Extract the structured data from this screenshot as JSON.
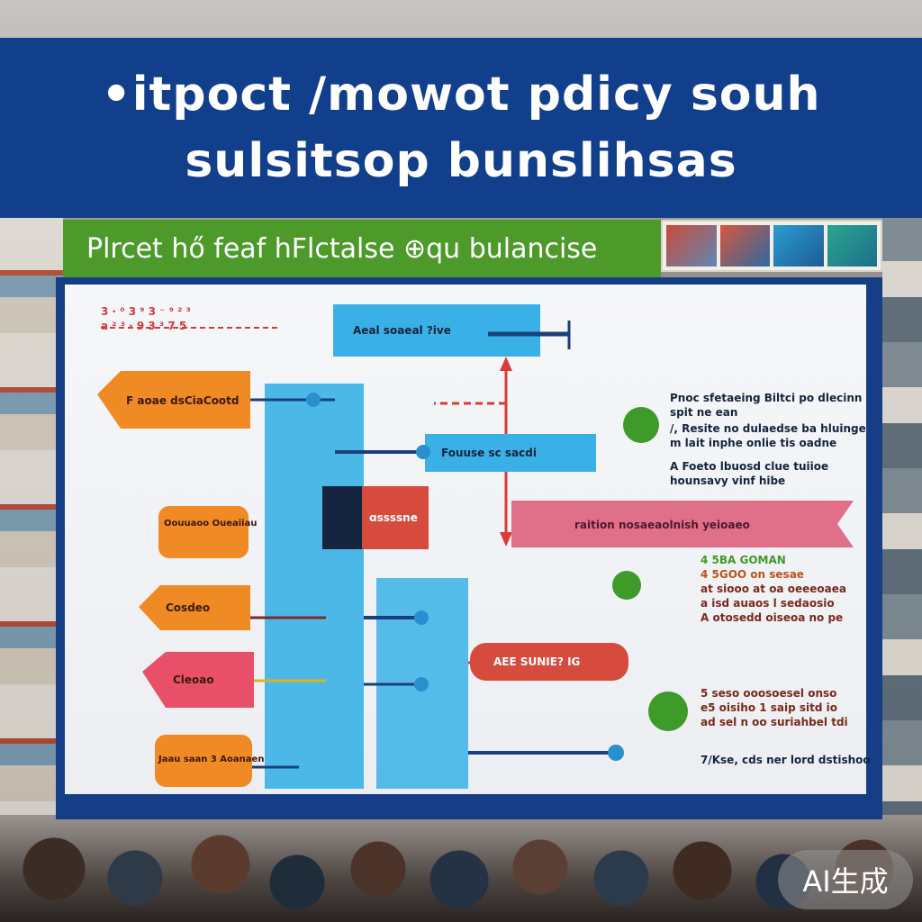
{
  "title": {
    "line1": "•itpoct /mowot pdicy souh",
    "line2": "sulsitsop bunslihsas"
  },
  "subtitle": "Plrcet hő feaf hFlctalse ⊕qu bulancise",
  "diagram": {
    "top_arrow_text": "3 ·  ⁰ 3   ⁹ 3 ⁻ ⁹  ²  ³",
    "top_arrow_text2": "a  ²  ³ · 9 3  ³ 7 5",
    "top_box": "Aeal soaeal ?ive",
    "mid_box": "Fouuse sc sacdi",
    "dark_box": "ɑssssne",
    "pink_banner": "raition nosaeaolnish yeioaeo",
    "red_pill": "AEE SUNIE? IG",
    "left_tags": [
      "F aoae dsCiaCootd",
      "Oouuaoo Oueaiiau",
      "Cosdeo",
      "Cleoao",
      "Jaau saan 3 Aoanaen"
    ],
    "right_header": [
      "Pnoc sfetaeing Biltci po dlecinn",
      "spit ne ean"
    ],
    "right_item2": [
      "/, Resite  no dulaedse ba hluinge",
      "m lait inphe onlie tis oadne"
    ],
    "right_item3": [
      "A Foeto lbuosd clue tuiioe",
      "hounsavy vinf hibe"
    ],
    "legend_items": [
      "4 5BA GOMAN",
      "4 5GOO on sesae",
      "at siooo at oa oeeeoaea",
      "a isd auaos l sedaosio",
      "A otosedd oiseoa no pe"
    ],
    "right_item4": [
      "5 seso ooosoesel onso",
      "e5 oisiho 1 saip sitd io",
      "ad sel n oo suriahbel tdi"
    ],
    "bottom_note": "7/Kse, cds ner lord dstishoo"
  },
  "watermark": "AI生成",
  "colors": {
    "banner_blue": "#123f8c",
    "subtitle_green": "#4d9a2a",
    "cyan": "#3ab1e6",
    "orange": "#f08a24",
    "red": "#d93b3b",
    "pink": "#e0708a",
    "navy_connector": "#1b3f7a"
  }
}
